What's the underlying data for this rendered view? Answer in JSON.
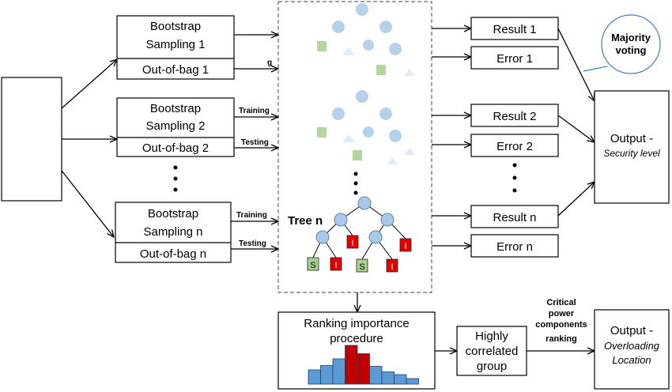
{
  "bootstrap": [
    {
      "title_line1": "Bootstrap",
      "title_line2": "Sampling 1",
      "oob": "Out-of-bag 1"
    },
    {
      "title_line1": "Bootstrap",
      "title_line2": "Sampling 2",
      "oob": "Out-of-bag 2"
    },
    {
      "title_line1": "Bootstrap",
      "title_line2": "Sampling n",
      "oob": "Out-of-bag n"
    }
  ],
  "edge_labels": {
    "training": "Training",
    "testing": "Testing",
    "partial_g": "g"
  },
  "tree_label": "Tree n",
  "leaf_labels": {
    "s": "S",
    "i": "I"
  },
  "results": [
    "Result 1",
    "Result 2",
    "Result n"
  ],
  "errors": [
    "Error 1",
    "Error 2",
    "Error n"
  ],
  "majority": {
    "line1": "Majority",
    "line2": "voting"
  },
  "output_security": {
    "line1": "Output -",
    "line2": "Security level"
  },
  "ranking": {
    "line1": "Ranking importance",
    "line2": "procedure"
  },
  "histogram_bars": [
    {
      "value": 0.36,
      "highlight": false
    },
    {
      "value": 0.47,
      "highlight": false
    },
    {
      "value": 0.64,
      "highlight": false
    },
    {
      "value": 0.98,
      "highlight": true
    },
    {
      "value": 0.77,
      "highlight": true
    },
    {
      "value": 0.45,
      "highlight": false
    },
    {
      "value": 0.31,
      "highlight": false
    },
    {
      "value": 0.24,
      "highlight": false
    },
    {
      "value": 0.14,
      "highlight": false
    }
  ],
  "highly_correlated": {
    "line1": "Highly",
    "line2": "correlated",
    "line3": "group"
  },
  "critical": {
    "line1": "Critical",
    "line2": "power",
    "line3": "components",
    "line4": "ranking"
  },
  "output_overloading": {
    "line1": "Output -",
    "line2": "Overloading",
    "line3": "Location"
  },
  "colors": {
    "node_blue": "#a9c9e8",
    "leaf_green": "#a8d08d",
    "leaf_red": "#e00000",
    "bar_blue": "#5b9bd5",
    "bar_red": "#c00000",
    "circle_stroke": "#4a7ebb"
  }
}
